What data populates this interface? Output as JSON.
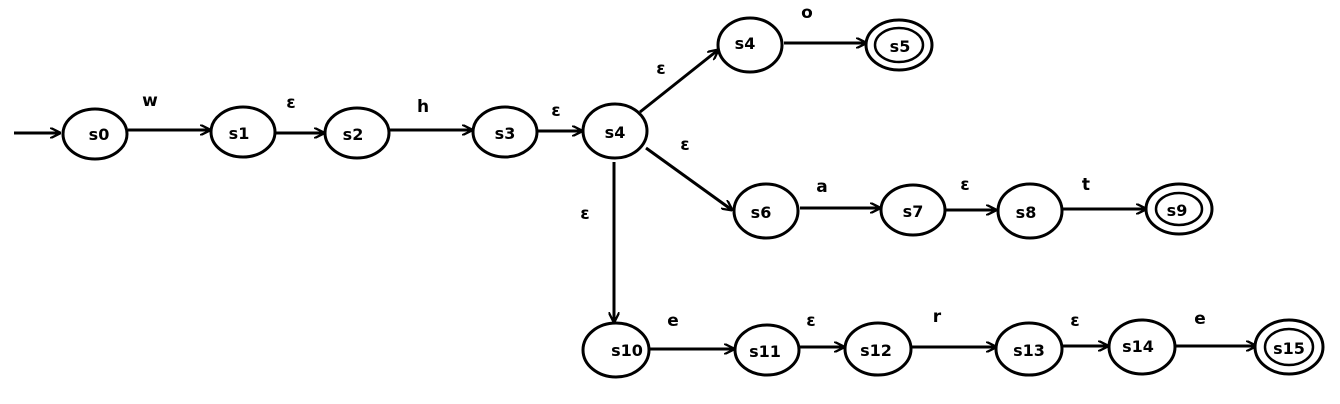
{
  "diagram": {
    "states": [
      {
        "id": "s0",
        "label": "s0"
      },
      {
        "id": "s1",
        "label": "s1"
      },
      {
        "id": "s2",
        "label": "s2"
      },
      {
        "id": "s3",
        "label": "s3"
      },
      {
        "id": "s4",
        "label": "s4"
      },
      {
        "id": "s4b",
        "label": "s4"
      },
      {
        "id": "s5",
        "label": "s5"
      },
      {
        "id": "s6",
        "label": "s6"
      },
      {
        "id": "s7",
        "label": "s7"
      },
      {
        "id": "s8",
        "label": "s8"
      },
      {
        "id": "s9",
        "label": "s9"
      },
      {
        "id": "s10",
        "label": "s10"
      },
      {
        "id": "s11",
        "label": "s11"
      },
      {
        "id": "s12",
        "label": "s12"
      },
      {
        "id": "s13",
        "label": "s13"
      },
      {
        "id": "s14",
        "label": "s14"
      },
      {
        "id": "s15",
        "label": "s15"
      }
    ],
    "transitions": [
      {
        "from": "s0",
        "to": "s1",
        "label": "w"
      },
      {
        "from": "s1",
        "to": "s2",
        "label": "ε"
      },
      {
        "from": "s2",
        "to": "s3",
        "label": "h"
      },
      {
        "from": "s3",
        "to": "s4",
        "label": "ε"
      },
      {
        "from": "s4",
        "to": "s4b",
        "label": "ε"
      },
      {
        "from": "s4b",
        "to": "s5",
        "label": "o"
      },
      {
        "from": "s4",
        "to": "s6",
        "label": "ε"
      },
      {
        "from": "s6",
        "to": "s7",
        "label": "a"
      },
      {
        "from": "s7",
        "to": "s8",
        "label": "ε"
      },
      {
        "from": "s8",
        "to": "s9",
        "label": "t"
      },
      {
        "from": "s4",
        "to": "s10",
        "label": "ε"
      },
      {
        "from": "s10",
        "to": "s11",
        "label": "e"
      },
      {
        "from": "s11",
        "to": "s12",
        "label": "ε"
      },
      {
        "from": "s12",
        "to": "s13",
        "label": "r"
      },
      {
        "from": "s13",
        "to": "s14",
        "label": "ε"
      },
      {
        "from": "s14",
        "to": "s15",
        "label": "e"
      }
    ]
  }
}
